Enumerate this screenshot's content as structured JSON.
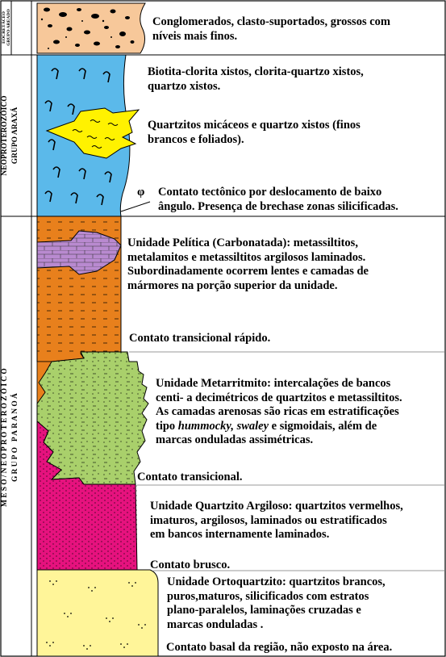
{
  "colors": {
    "conglomerate": "#f7c89a",
    "araxa_schist": "#5bb9ea",
    "quartzite_lens": "#fff200",
    "pelitic": "#e8801c",
    "marble": "#b98ad0",
    "metarritmito": "#a9d06b",
    "quartzito_argiloso": "#e6127e",
    "ortoquartzito": "#fff599"
  },
  "groups": {
    "areado": [
      "EOCRETÁCEO",
      "GRUPO AREADO"
    ],
    "araxa": [
      "NEOPROTEROZÓICO",
      "GRUPO ARAXÁ"
    ],
    "parana": [
      "MESO/NEOPROTEROZÓICO",
      "GRUPO PARANOÁ"
    ]
  },
  "fault_symbol": "φ",
  "descriptions": {
    "conglomerados": [
      "Conglomerados, clasto-suportados, grossos com",
      "níveis mais finos."
    ],
    "xistos": [
      "Biotita-clorita xistos, clorita-quartzo xistos,",
      "quartzo xistos."
    ],
    "quartzitos_micaceos": [
      "Quartzitos micáceos e quartzo xistos (finos",
      "brancos e foliados)."
    ],
    "contato_tectonico": [
      "Contato tectônico por deslocamento de baixo",
      "ângulo. Presença de brechase zonas silicificadas."
    ],
    "unidade_pelitica": [
      "Unidade Pelítica (Carbonatada): metassiltitos,",
      "metalamitos e metassiltitos argilosos laminados.",
      "Subordinadamente ocorrem lentes e camadas de",
      "mármores na porção superior da unidade."
    ],
    "contato_transicional_rapido": "Contato transicional rápido.",
    "metarritmito": {
      "line1": "Unidade Metarritmito: intercalações de bancos",
      "line2": "centi- a decimétricos de quartzitos e metassiltitos.",
      "line3": "As camadas arenosas são ricas em estratificações",
      "line4_pre": "tipo ",
      "line4_italic": "hummocky, swaley",
      "line4_post": " e sigmoidais, além de",
      "line5": "marcas onduladas assimétricas."
    },
    "contato_transicional": "Contato transicional.",
    "quartzito_argiloso": [
      "Unidade Quartzito Argiloso: quartzitos vermelhos,",
      "imaturos, argilosos, laminados ou estratificados",
      "em bancos internamente laminados."
    ],
    "contato_brusco": "Contato brusco.",
    "ortoquartzito": [
      "Unidade Ortoquartzito: quartzitos brancos,",
      "puros,maturos, silicificados com estratos",
      "plano-paralelos, laminações cruzadas e",
      "marcas onduladas ."
    ],
    "contato_basal": "Contato basal da região, não exposto na área."
  }
}
